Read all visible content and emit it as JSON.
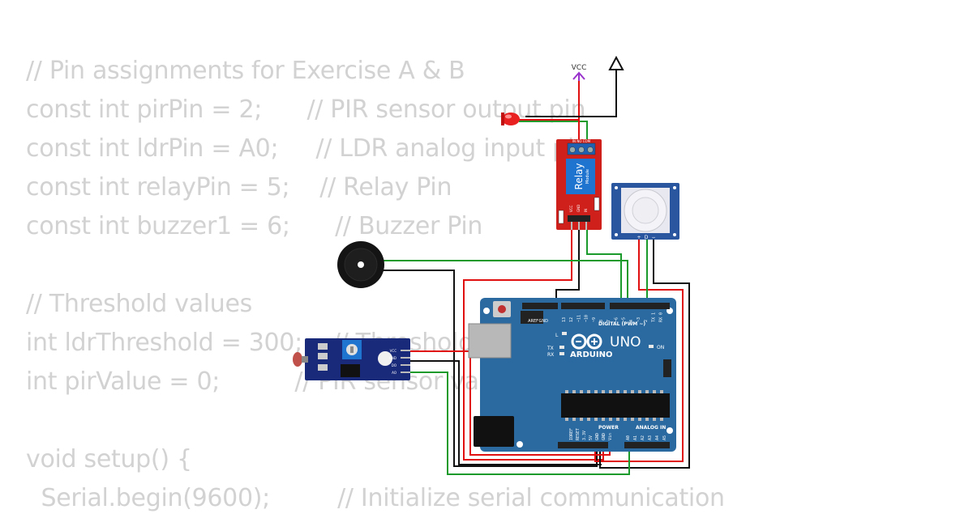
{
  "code_lines": [
    "// Pin assignments for Exercise A & B",
    "const int pirPin = 2;      // PIR sensor output pin",
    "const int ldrPin = A0;     // LDR analog input pin",
    "const int relayPin = 5;    // Relay Pin",
    "const int buzzer1 = 6;      // Buzzer Pin",
    "",
    "// Threshold values",
    "int ldrThreshold = 300;    // Threshold for LDR",
    "int pirValue = 0;          // PIR sensor value",
    "",
    "void setup() {",
    "  Serial.begin(9600);         // Initialize serial communication"
  ],
  "circuit": {
    "vcc_label": "VCC",
    "relay": {
      "title": "Relay",
      "subtitle": "Module",
      "top_pins": "IN  NO  COM",
      "pin_vcc": "VCC",
      "pin_gnd": "GND",
      "pin_in": "IN"
    },
    "pir": {
      "pin_plus": "+",
      "pin_d": "D",
      "pin_minus": "−"
    },
    "ldr_module": {
      "pins": [
        "VCC",
        "GND",
        "DO",
        "AO"
      ]
    },
    "arduino": {
      "brand": "ARDUINO",
      "model": "UNO",
      "digital_label": "DIGITAL (PWM ~)",
      "power_label": "POWER",
      "analog_label": "ANALOG IN",
      "on_label": "ON",
      "l_label": "L",
      "tx_label": "TX",
      "rx_label": "RX",
      "aref": "AREF",
      "gnd": "GND",
      "digital_pins": [
        "13",
        "12",
        "~11",
        "~10",
        "~9",
        "8",
        "7",
        "~6",
        "~5",
        "4",
        "~3",
        "2",
        "TX 1",
        "RX 0"
      ],
      "power_pins": [
        "IOREF",
        "RESET",
        "3.3V",
        "5V",
        "GND",
        "GND",
        "Vin"
      ],
      "analog_pins": [
        "A0",
        "A1",
        "A2",
        "A3",
        "A4",
        "A5"
      ]
    },
    "colors": {
      "board": "#2a6aa0",
      "relay": "#d0201c",
      "wire_red": "#e01010",
      "wire_green": "#1a9a2a",
      "wire_black": "#111111",
      "vcc": "#9933cc"
    }
  }
}
